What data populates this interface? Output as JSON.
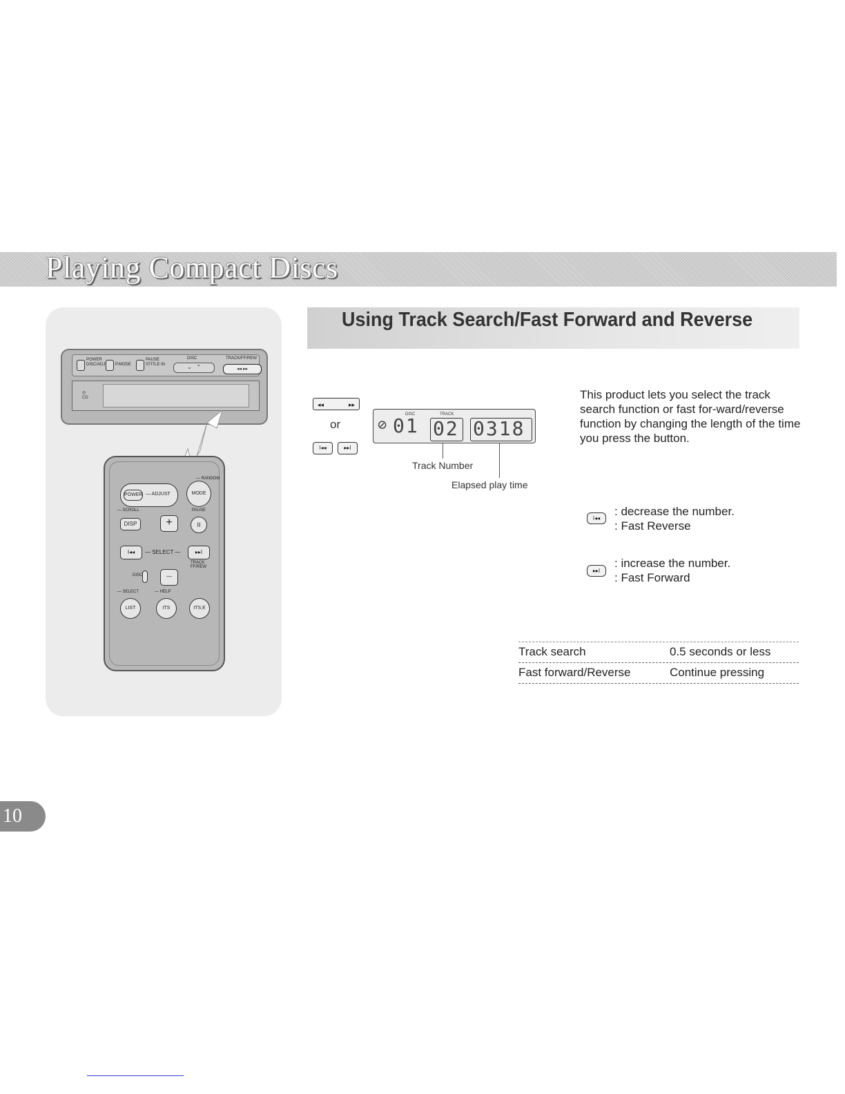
{
  "section": {
    "title": "Playing Compact Discs"
  },
  "heading": "Using Track Search/Fast Forward and Reverse",
  "head_unit": {
    "power_label": "POWER\nDISC/ADJUST",
    "p_label": "P.MODE",
    "pause_label": "PAUSE\nSTITLE IN",
    "disc_label": "DISC",
    "track_label": "TRACK/FF/REW",
    "track_btn": "◂◂      ▸▸"
  },
  "remote": {
    "random": "— RANDOM",
    "power": "POWER",
    "adjust": "— ADJUST",
    "mode": "MODE",
    "scroll": "— SCROLL",
    "pause": "PAUSE",
    "disp": "DISP",
    "plus": "+",
    "pause_glyph": "II",
    "prev": "I◂◂",
    "select": "— SELECT —",
    "next": "▸▸I",
    "track": "TRACK\nFF/REW",
    "disc": "DISC",
    "minus": "—",
    "select_sub": "— SELECT",
    "help": "— HELP",
    "list": "LIST",
    "its": "ITS",
    "ets": "ITS.E"
  },
  "buttons": {
    "pill_left": "◂◂",
    "pill_right": "▸▸",
    "or": "or",
    "prev_icon": "I◂◂",
    "next_icon": "▸▸I"
  },
  "lcd": {
    "disc_label": "DISC",
    "track_label": "TRACK",
    "disc_num": "01",
    "track_num": "02",
    "time": "0318"
  },
  "captions": {
    "track_number": "Track Number",
    "elapsed": "Elapsed play time"
  },
  "intro": "This product lets you select the track search function or fast for-ward/reverse function by changing the length of the time you press the button.",
  "keys": {
    "prev": {
      "icon": "I◂◂",
      "line1": ": decrease the number.",
      "line2": ": Fast Reverse"
    },
    "next": {
      "icon": "▸▸I",
      "line1": ": increase the number.",
      "line2": ": Fast Forward"
    }
  },
  "table": [
    {
      "function": "Track search",
      "press": "0.5 seconds or less"
    },
    {
      "function": "Fast forward/Reverse",
      "press": "Continue pressing"
    }
  ],
  "page_number": "10"
}
